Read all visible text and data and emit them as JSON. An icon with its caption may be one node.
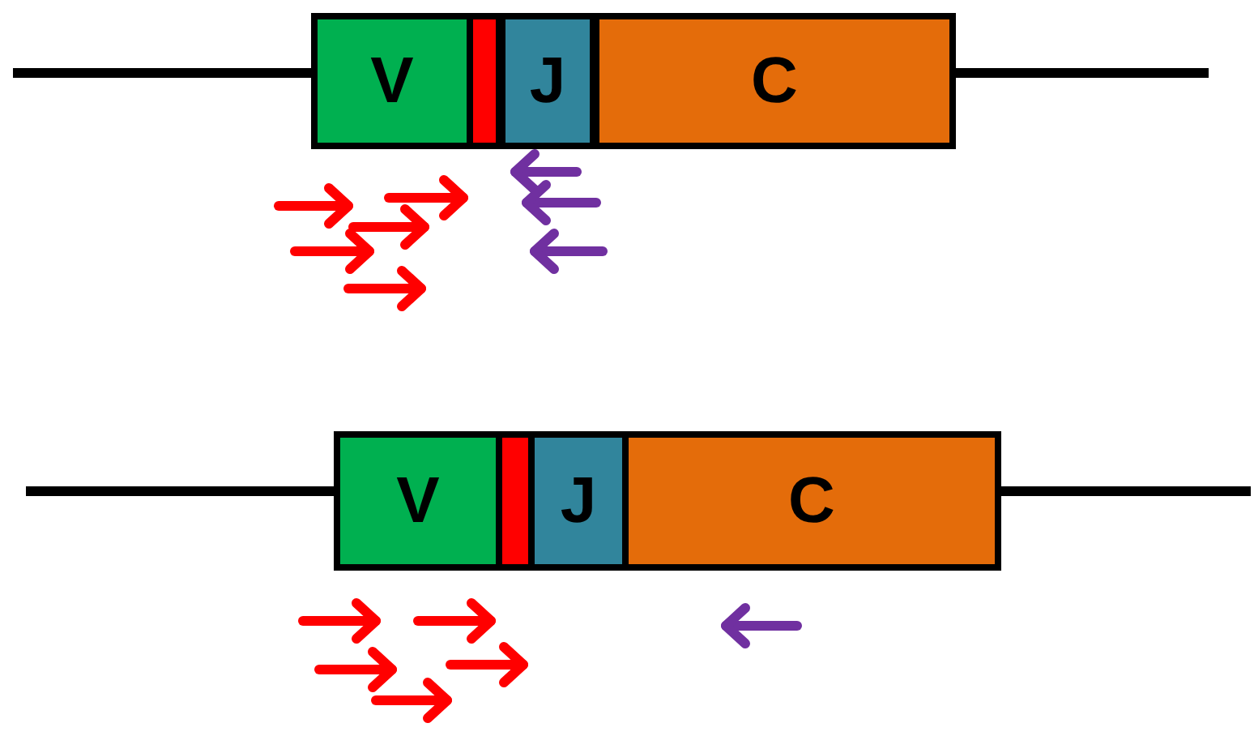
{
  "diagram": {
    "nodes": [
      {
        "text": [
          "V"
        ]
      },
      {
        "text": [],
        "shape": "box"
      },
      {
        "text": [
          "J"
        ]
      },
      {
        "text": [
          "C"
        ]
      },
      {
        "text": [
          "V"
        ]
      },
      {
        "text": [],
        "shape": "box"
      },
      {
        "text": [
          "J"
        ]
      },
      {
        "text": [
          "C"
        ]
      }
    ]
  }
}
